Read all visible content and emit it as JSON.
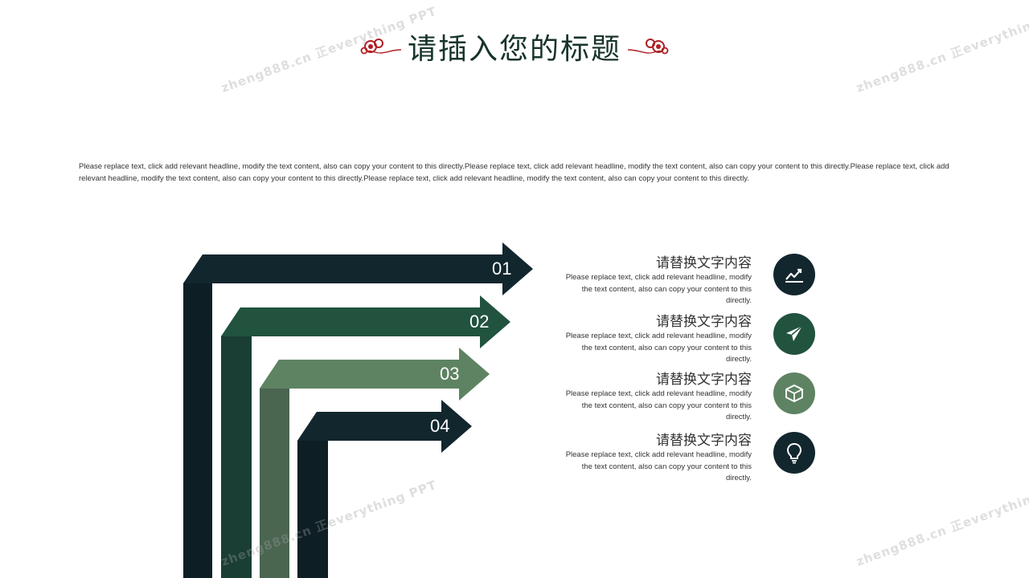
{
  "header": {
    "title": "请插入您的标题"
  },
  "intro": {
    "text": "Please replace text, click add  relevant headline, modify  the text content, also can copy your content to this directly.Please replace text, click add  relevant headline, modify  the text content,  also can copy  your content to this directly.Please replace text, click add  relevant headline, modify  the text content, also can copy  your content to this directly.Please replace text, click add  relevant headline, modify  the text content,  also can copy  your content to this directly."
  },
  "arrows": [
    {
      "number": "01",
      "color": "#12262e"
    },
    {
      "number": "02",
      "color": "#21533f"
    },
    {
      "number": "03",
      "color": "#5e8362"
    },
    {
      "number": "04",
      "color": "#12262e"
    }
  ],
  "items": [
    {
      "title": "请替换文字内容",
      "desc": "Please replace text, click add  relevant headline, modify  the text content, also can copy your content to this directly.",
      "icon": "chart-line-icon",
      "color": "#12262e"
    },
    {
      "title": "请替换文字内容",
      "desc": "Please replace text, click add  relevant headline, modify  the text content, also can copy your content to this directly.",
      "icon": "paper-plane-icon",
      "color": "#21533f"
    },
    {
      "title": "请替换文字内容",
      "desc": "Please replace text, click add  relevant headline, modify  the text content, also can copy your content to this directly.",
      "icon": "cube-icon",
      "color": "#5e8362"
    },
    {
      "title": "请替换文字内容",
      "desc": "Please replace text, click add  relevant headline, modify  the text content, also can copy your content to this directly.",
      "icon": "lightbulb-icon",
      "color": "#12262e"
    }
  ],
  "watermark": {
    "text": "zheng888.cn 正everything PPT"
  },
  "colors": {
    "ornament": "#b01e23",
    "title": "#17332b"
  }
}
